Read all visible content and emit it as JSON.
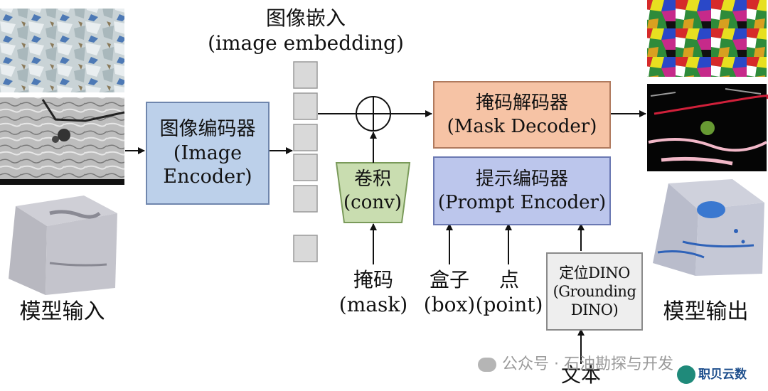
{
  "embedding_label": {
    "zh": "图像嵌入",
    "en": "(image embedding)"
  },
  "input": {
    "label": "模型输入"
  },
  "output": {
    "label": "模型输出"
  },
  "image_encoder": {
    "zh": "图像编码器",
    "en1": "(Image",
    "en2": "Encoder)"
  },
  "conv": {
    "zh": "卷积",
    "en": "(conv)"
  },
  "mask_decoder": {
    "zh": "掩码解码器",
    "en": "(Mask Decoder)"
  },
  "prompt_encoder": {
    "zh": "提示编码器",
    "en": "(Prompt Encoder)"
  },
  "grounding_dino": {
    "zh": "定位DINO",
    "en1": "(Grounding",
    "en2": "DINO)"
  },
  "prompts": {
    "mask": {
      "zh": "掩码",
      "en": "(mask)"
    },
    "box": {
      "zh": "盒子",
      "en": "(box)"
    },
    "point": {
      "zh": "点",
      "en": "(point)"
    }
  },
  "text_input": {
    "zh": "文本"
  },
  "watermark": {
    "wechat": "公众号 · 石油勘探与开发",
    "brand": "职贝云数"
  },
  "colors": {
    "encoder_fill": "#bcd0ea",
    "decoder_fill": "#f6c3a5",
    "prompt_fill": "#bcc6ec",
    "conv_fill": "#c9ddb0",
    "dino_fill": "#eeeeee",
    "token_fill": "#d9d9d9"
  }
}
